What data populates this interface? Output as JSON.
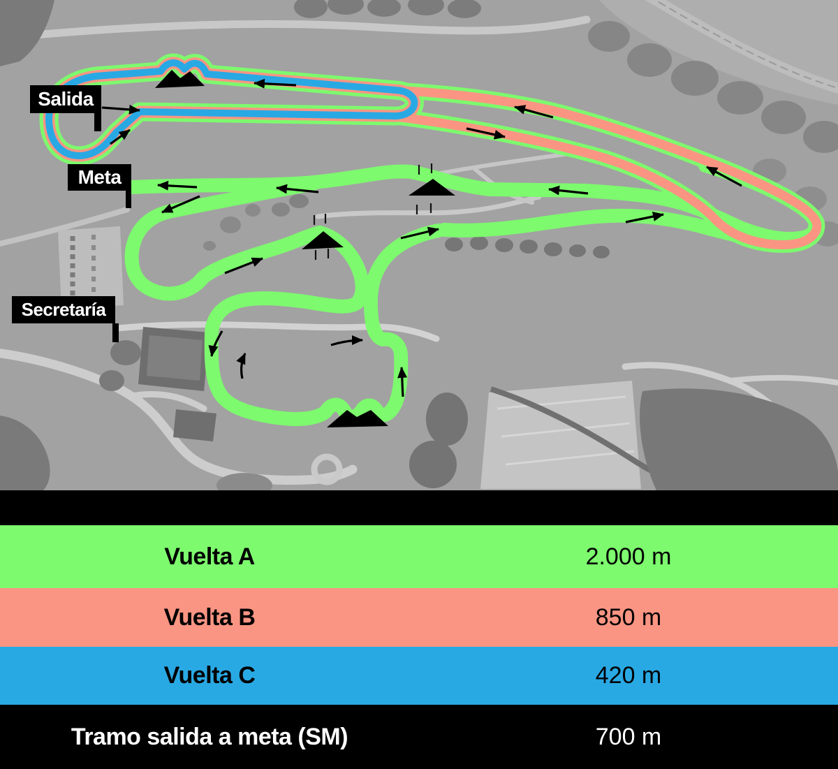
{
  "map": {
    "labels": {
      "start": "Salida",
      "finish": "Meta",
      "office": "Secretaría"
    },
    "routes": {
      "a": {
        "name": "Vuelta A",
        "color": "#7DFA6E"
      },
      "b": {
        "name": "Vuelta B",
        "color": "#FA9583"
      },
      "c": {
        "name": "Vuelta C",
        "color": "#29A9E4"
      }
    },
    "arrow_color": "#000000",
    "obstacle_color": "#000000"
  },
  "legend": {
    "rows": [
      {
        "label": "Vuelta A",
        "value": "2.000 m",
        "bg": "#7DFA6E",
        "fg": "#000000"
      },
      {
        "label": "Vuelta B",
        "value": "850 m",
        "bg": "#FA9583",
        "fg": "#000000"
      },
      {
        "label": "Vuelta C",
        "value": "420 m",
        "bg": "#29A9E4",
        "fg": "#000000"
      },
      {
        "label": "Tramo salida a meta (SM)",
        "value": "700 m",
        "bg": "#000000",
        "fg": "#FFFFFF"
      }
    ]
  }
}
